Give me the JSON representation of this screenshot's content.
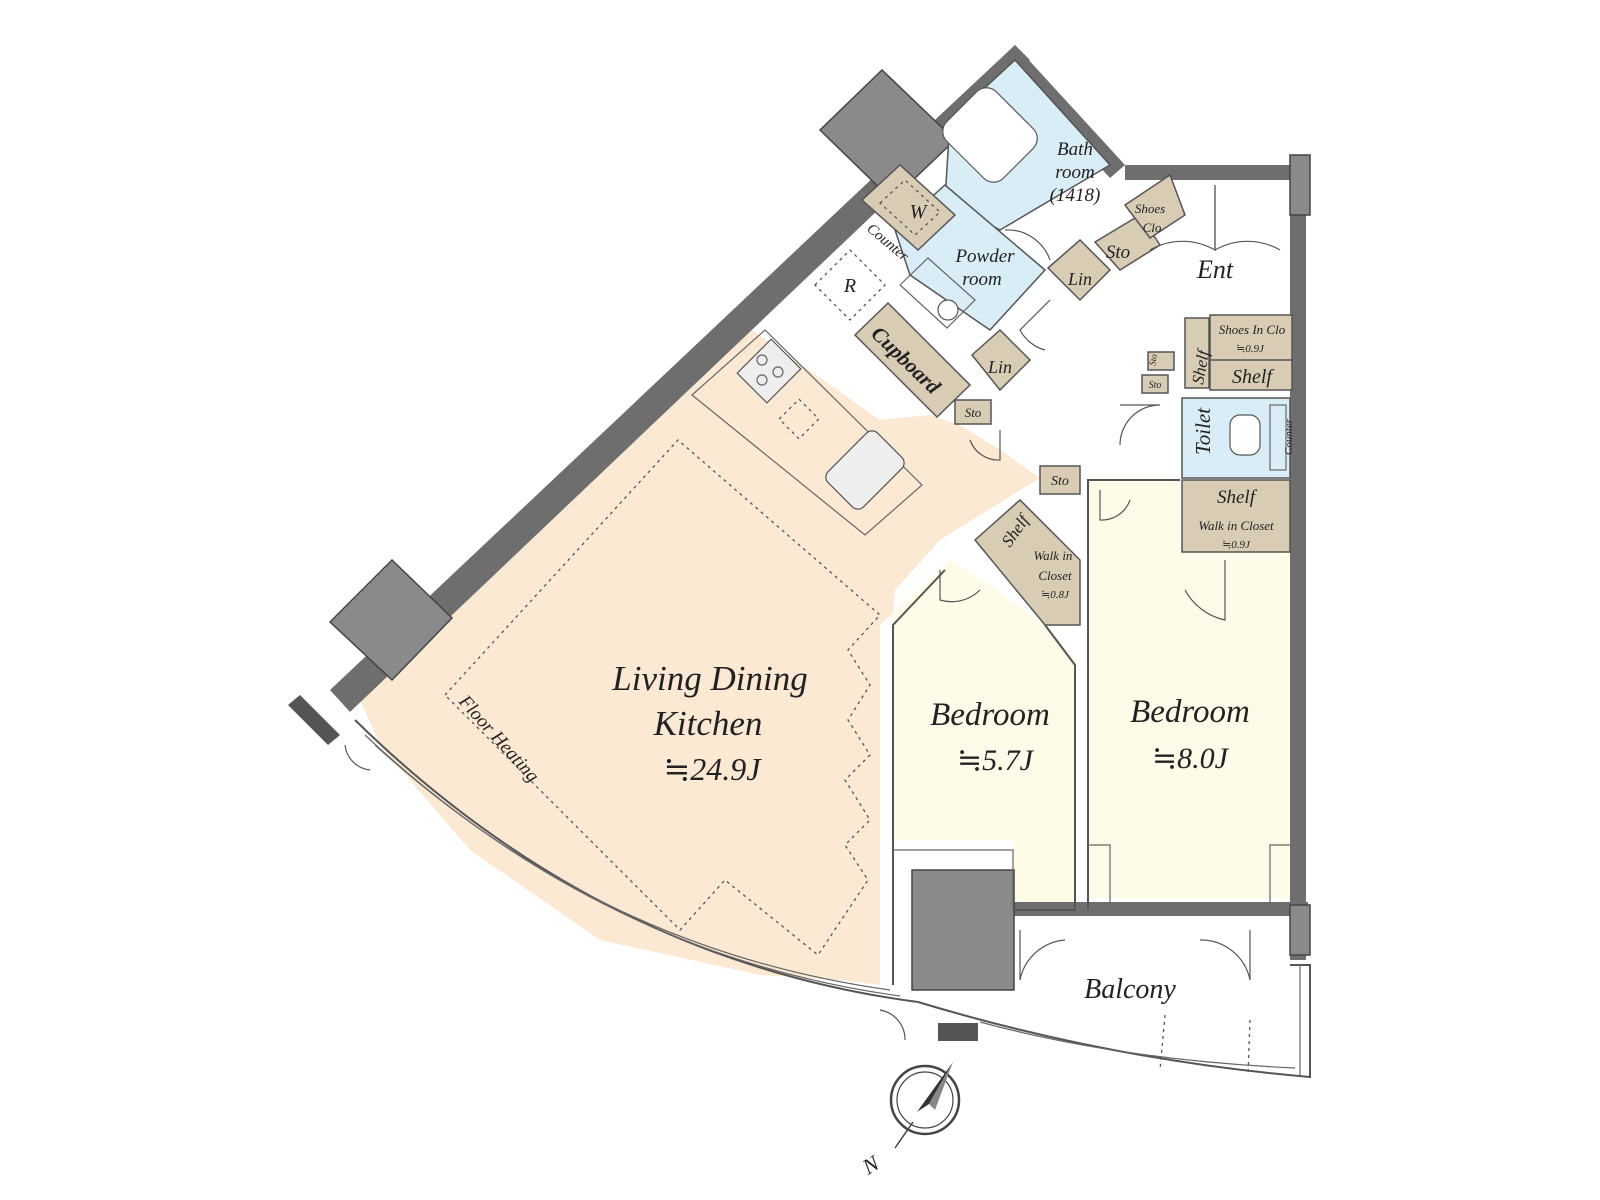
{
  "floor_plan": {
    "rooms": {
      "ldk": {
        "name_line1": "Living Dining",
        "name_line2": "Kitchen",
        "area": "≒24.9J",
        "note": "Floor Heating"
      },
      "bedroom1": {
        "name": "Bedroom",
        "area": "≒5.7J"
      },
      "bedroom2": {
        "name": "Bedroom",
        "area": "≒8.0J"
      },
      "bathroom": {
        "line1": "Bath",
        "line2": "room",
        "line3": "(1418)"
      },
      "powder": {
        "line1": "Powder",
        "line2": "room"
      },
      "toilet": {
        "name": "Toilet"
      },
      "entrance": {
        "name": "Ent"
      },
      "balcony": {
        "name": "Balcony"
      }
    },
    "storage": {
      "w": "W",
      "counter_powder": "Counter",
      "refrigerator": "R",
      "cupboard": "Cupboard",
      "sto_1": "Sto",
      "sto_2": "Sto",
      "sto_3": "Sto",
      "sto_4": "Sto",
      "sto_5": "Sto",
      "lin_1": "Lin",
      "lin_2": "Lin",
      "shoes_clo_line1": "Shoes",
      "shoes_clo_line2": "Clo",
      "shoes_in_clo": "Shoes In Clo",
      "shoes_in_clo_area": "≒0.9J",
      "shelf_entry_v": "Shelf",
      "shelf_entry_h": "Shelf",
      "counter_toilet": "Counter",
      "wic1_shelf": "Shelf",
      "wic1_line1": "Walk in",
      "wic1_line2": "Closet",
      "wic1_area": "≒0.8J",
      "wic2_shelf": "Shelf",
      "wic2_name": "Walk in Closet",
      "wic2_area": "≒0.9J"
    },
    "compass": {
      "label": "N"
    },
    "colors": {
      "ldk_fill": "#fbe9d3",
      "bedroom_fill": "#fefbe8",
      "wet_fill": "#d9edf7",
      "storage_fill": "#d8cdb4",
      "wall": "#6e6e6e"
    }
  }
}
